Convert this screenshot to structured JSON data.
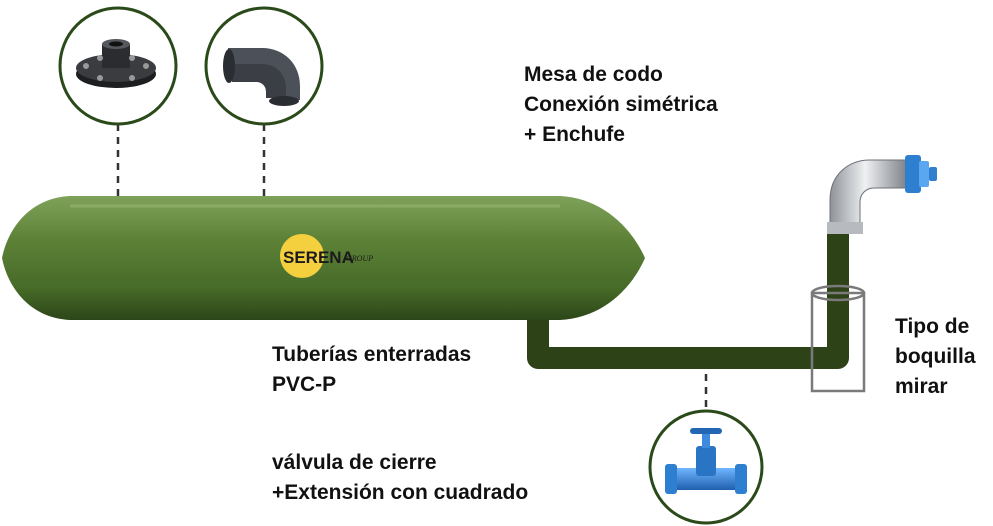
{
  "labels": {
    "elbow_connection": [
      "Mesa de codo",
      "Conexión simétrica",
      "+ Enchufe"
    ],
    "buried_pipes": [
      "Tuberías enterradas",
      "PVC-P"
    ],
    "shutoff_valve": [
      "válvula de cierre",
      "+Extensión con cuadrado"
    ],
    "nozzle_type": [
      "Tipo de",
      "boquilla",
      "mirar"
    ]
  },
  "logo": {
    "brand": "SERENA",
    "suffix": "GROUP"
  },
  "icons": {
    "flange": "flange-icon",
    "elbow": "pvc-elbow-icon",
    "valve": "gate-valve-icon",
    "nozzle": "metal-elbow-nozzle-icon"
  },
  "colors": {
    "tank": "#4f6f2c",
    "pipe": "#2e4218",
    "valve": "#2f7fd0",
    "logo": "#f4d03f"
  }
}
